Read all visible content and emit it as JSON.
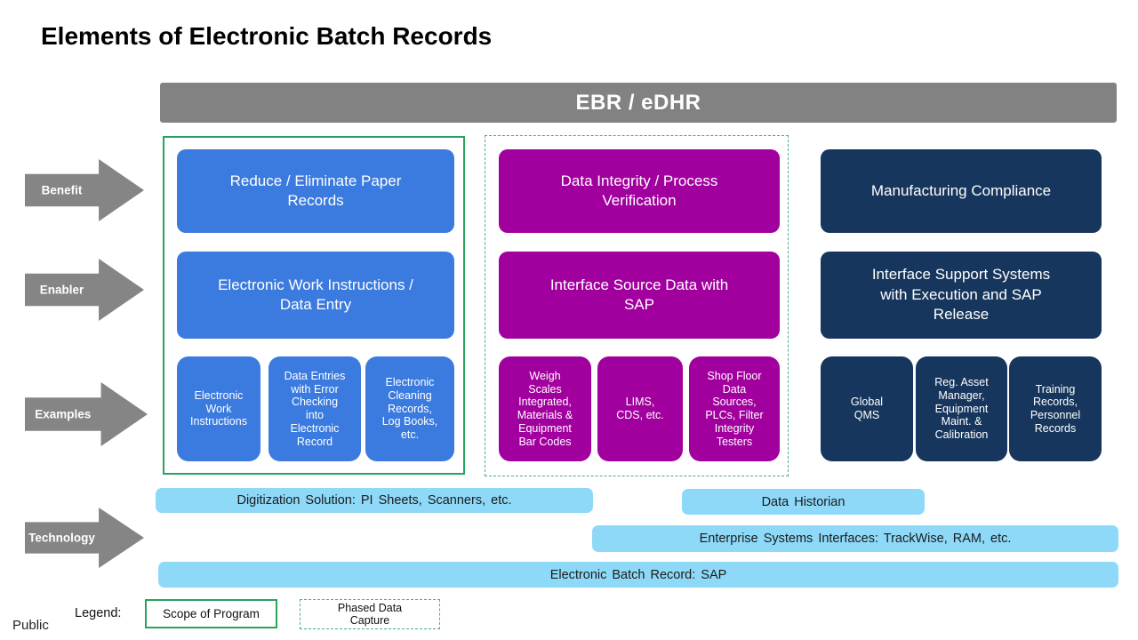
{
  "title": "Elements of Electronic Batch Records",
  "banner": {
    "label": "EBR / eDHR"
  },
  "row_arrows": [
    {
      "label": "Benefit"
    },
    {
      "label": "Enabler"
    },
    {
      "label": "Examples"
    },
    {
      "label": "Technology"
    }
  ],
  "columns": [
    {
      "name": "paper-records",
      "benefit": "Reduce / Eliminate Paper\nRecords",
      "enabler": "Electronic Work Instructions /\nData Entry",
      "examples": [
        "Electronic\nWork\nInstructions",
        "Data Entries\nwith Error\nChecking\ninto\nElectronic\nRecord",
        "Electronic\nCleaning\nRecords,\nLog Books,\netc."
      ]
    },
    {
      "name": "data-integrity",
      "benefit": "Data Integrity / Process\nVerification",
      "enabler": "Interface Source Data with\nSAP",
      "examples": [
        "Weigh\nScales\nIntegrated,\nMaterials &\nEquipment\nBar Codes",
        "LIMS,\nCDS, etc.",
        "Shop Floor\nData\nSources,\nPLCs, Filter\nIntegrity\nTesters"
      ]
    },
    {
      "name": "manufacturing-compliance",
      "benefit": "Manufacturing Compliance",
      "enabler": "Interface Support Systems\nwith Execution and SAP\nRelease",
      "examples": [
        "Global\nQMS",
        "Reg. Asset\nManager,\nEquipment\nMaint. &\nCalibration",
        "Training\nRecords,\nPersonnel\nRecords"
      ]
    }
  ],
  "technology_bars": [
    {
      "label": "Digitization Solution: PI Sheets, Scanners, etc."
    },
    {
      "label": "Data Historian"
    },
    {
      "label": "Enterprise Systems Interfaces: TrackWise, RAM, etc."
    },
    {
      "label": "Electronic Batch Record: SAP"
    }
  ],
  "legend": {
    "label": "Legend:",
    "scope_item": "Scope of Program",
    "phased_item": "Phased Data\nCapture"
  },
  "footer": {
    "classification": "Public"
  },
  "colors": {
    "banner_gray": "#828282",
    "arrow_gray": "#858585",
    "blue": "#3B7BDF",
    "purple": "#A2009E",
    "navy": "#17365D",
    "tech_blue": "#8ED8F8",
    "scope_green": "#27A45C",
    "phased_teal": "#49A99D"
  }
}
